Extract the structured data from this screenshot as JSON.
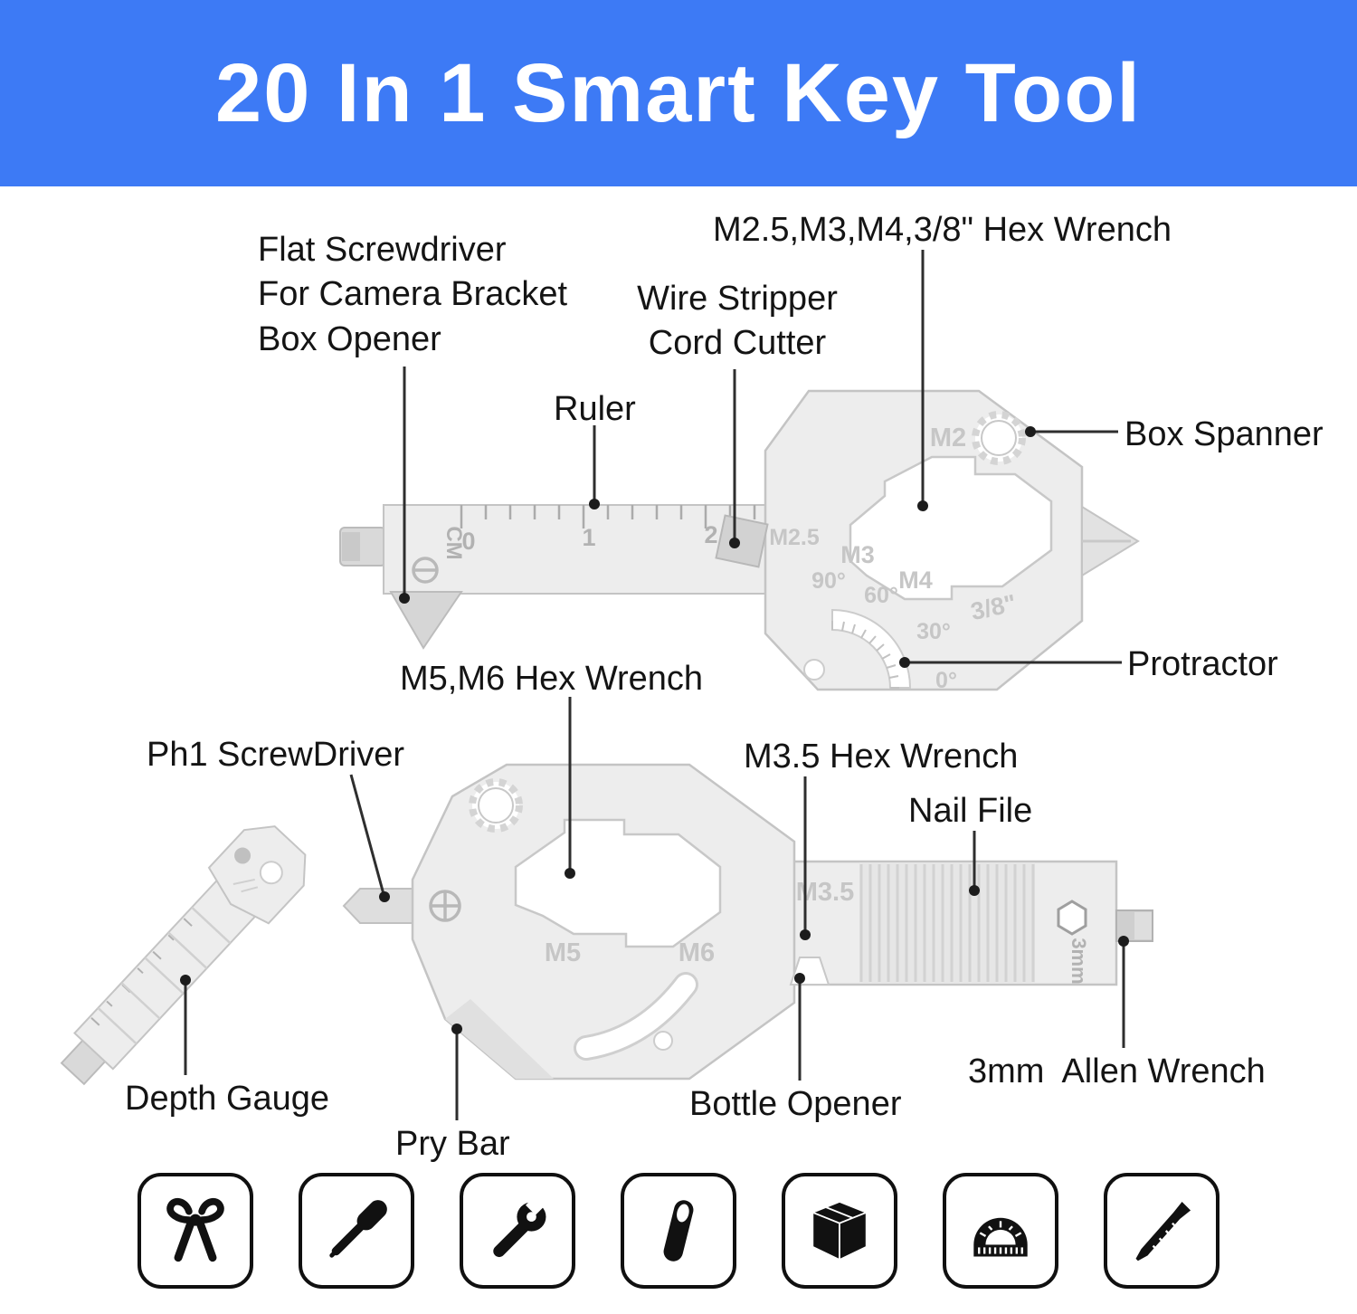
{
  "header": {
    "title": "20 In 1 Smart Key Tool"
  },
  "colors": {
    "header_bg": "#3d7af5",
    "tool_fill": "#ededed",
    "tool_stroke": "#c4c4c4",
    "tool_marking_text": "#c6c6c6",
    "callout_line": "#2e2e2e",
    "label_text": "#141414"
  },
  "labels": {
    "flat_screwdriver": {
      "line1": "Flat Screwdriver",
      "line2": "For Camera Bracket",
      "line3": "Box Opener"
    },
    "hex_wrench_top": "M2.5,M3,M4,3/8\" Hex Wrench",
    "wire_stripper": {
      "line1": "Wire Stripper",
      "line2": "Cord Cutter"
    },
    "ruler": "Ruler",
    "box_spanner": "Box Spanner",
    "protractor": "Protractor",
    "m5_m6_hex": "M5,M6 Hex Wrench",
    "ph1_screwdriver": "Ph1 ScrewDriver",
    "m3_5_hex": "M3.5 Hex Wrench",
    "nail_file": "Nail File",
    "depth_gauge": "Depth Gauge",
    "pry_bar": "Pry Bar",
    "bottle_opener": "Bottle Opener",
    "allen_wrench": "3mm  Allen Wrench"
  },
  "markings_top": {
    "cm": "CM",
    "t0": "0",
    "t1": "1",
    "t2": "2",
    "m2": "M2",
    "m2_5": "M2.5",
    "m3": "M3",
    "m4": "M4",
    "deg90": "90°",
    "deg60": "60°",
    "deg30": "30°",
    "deg0": "0°",
    "inch_3_8": "3/8\""
  },
  "markings_bottom": {
    "m5": "M5",
    "m6": "M6",
    "m3_5": "M3.5",
    "mm3": "3mm"
  },
  "icon_row": [
    {
      "name": "pliers"
    },
    {
      "name": "screwdriver"
    },
    {
      "name": "wrench"
    },
    {
      "name": "bottle-opener"
    },
    {
      "name": "box"
    },
    {
      "name": "protractor"
    },
    {
      "name": "nail-file"
    }
  ]
}
